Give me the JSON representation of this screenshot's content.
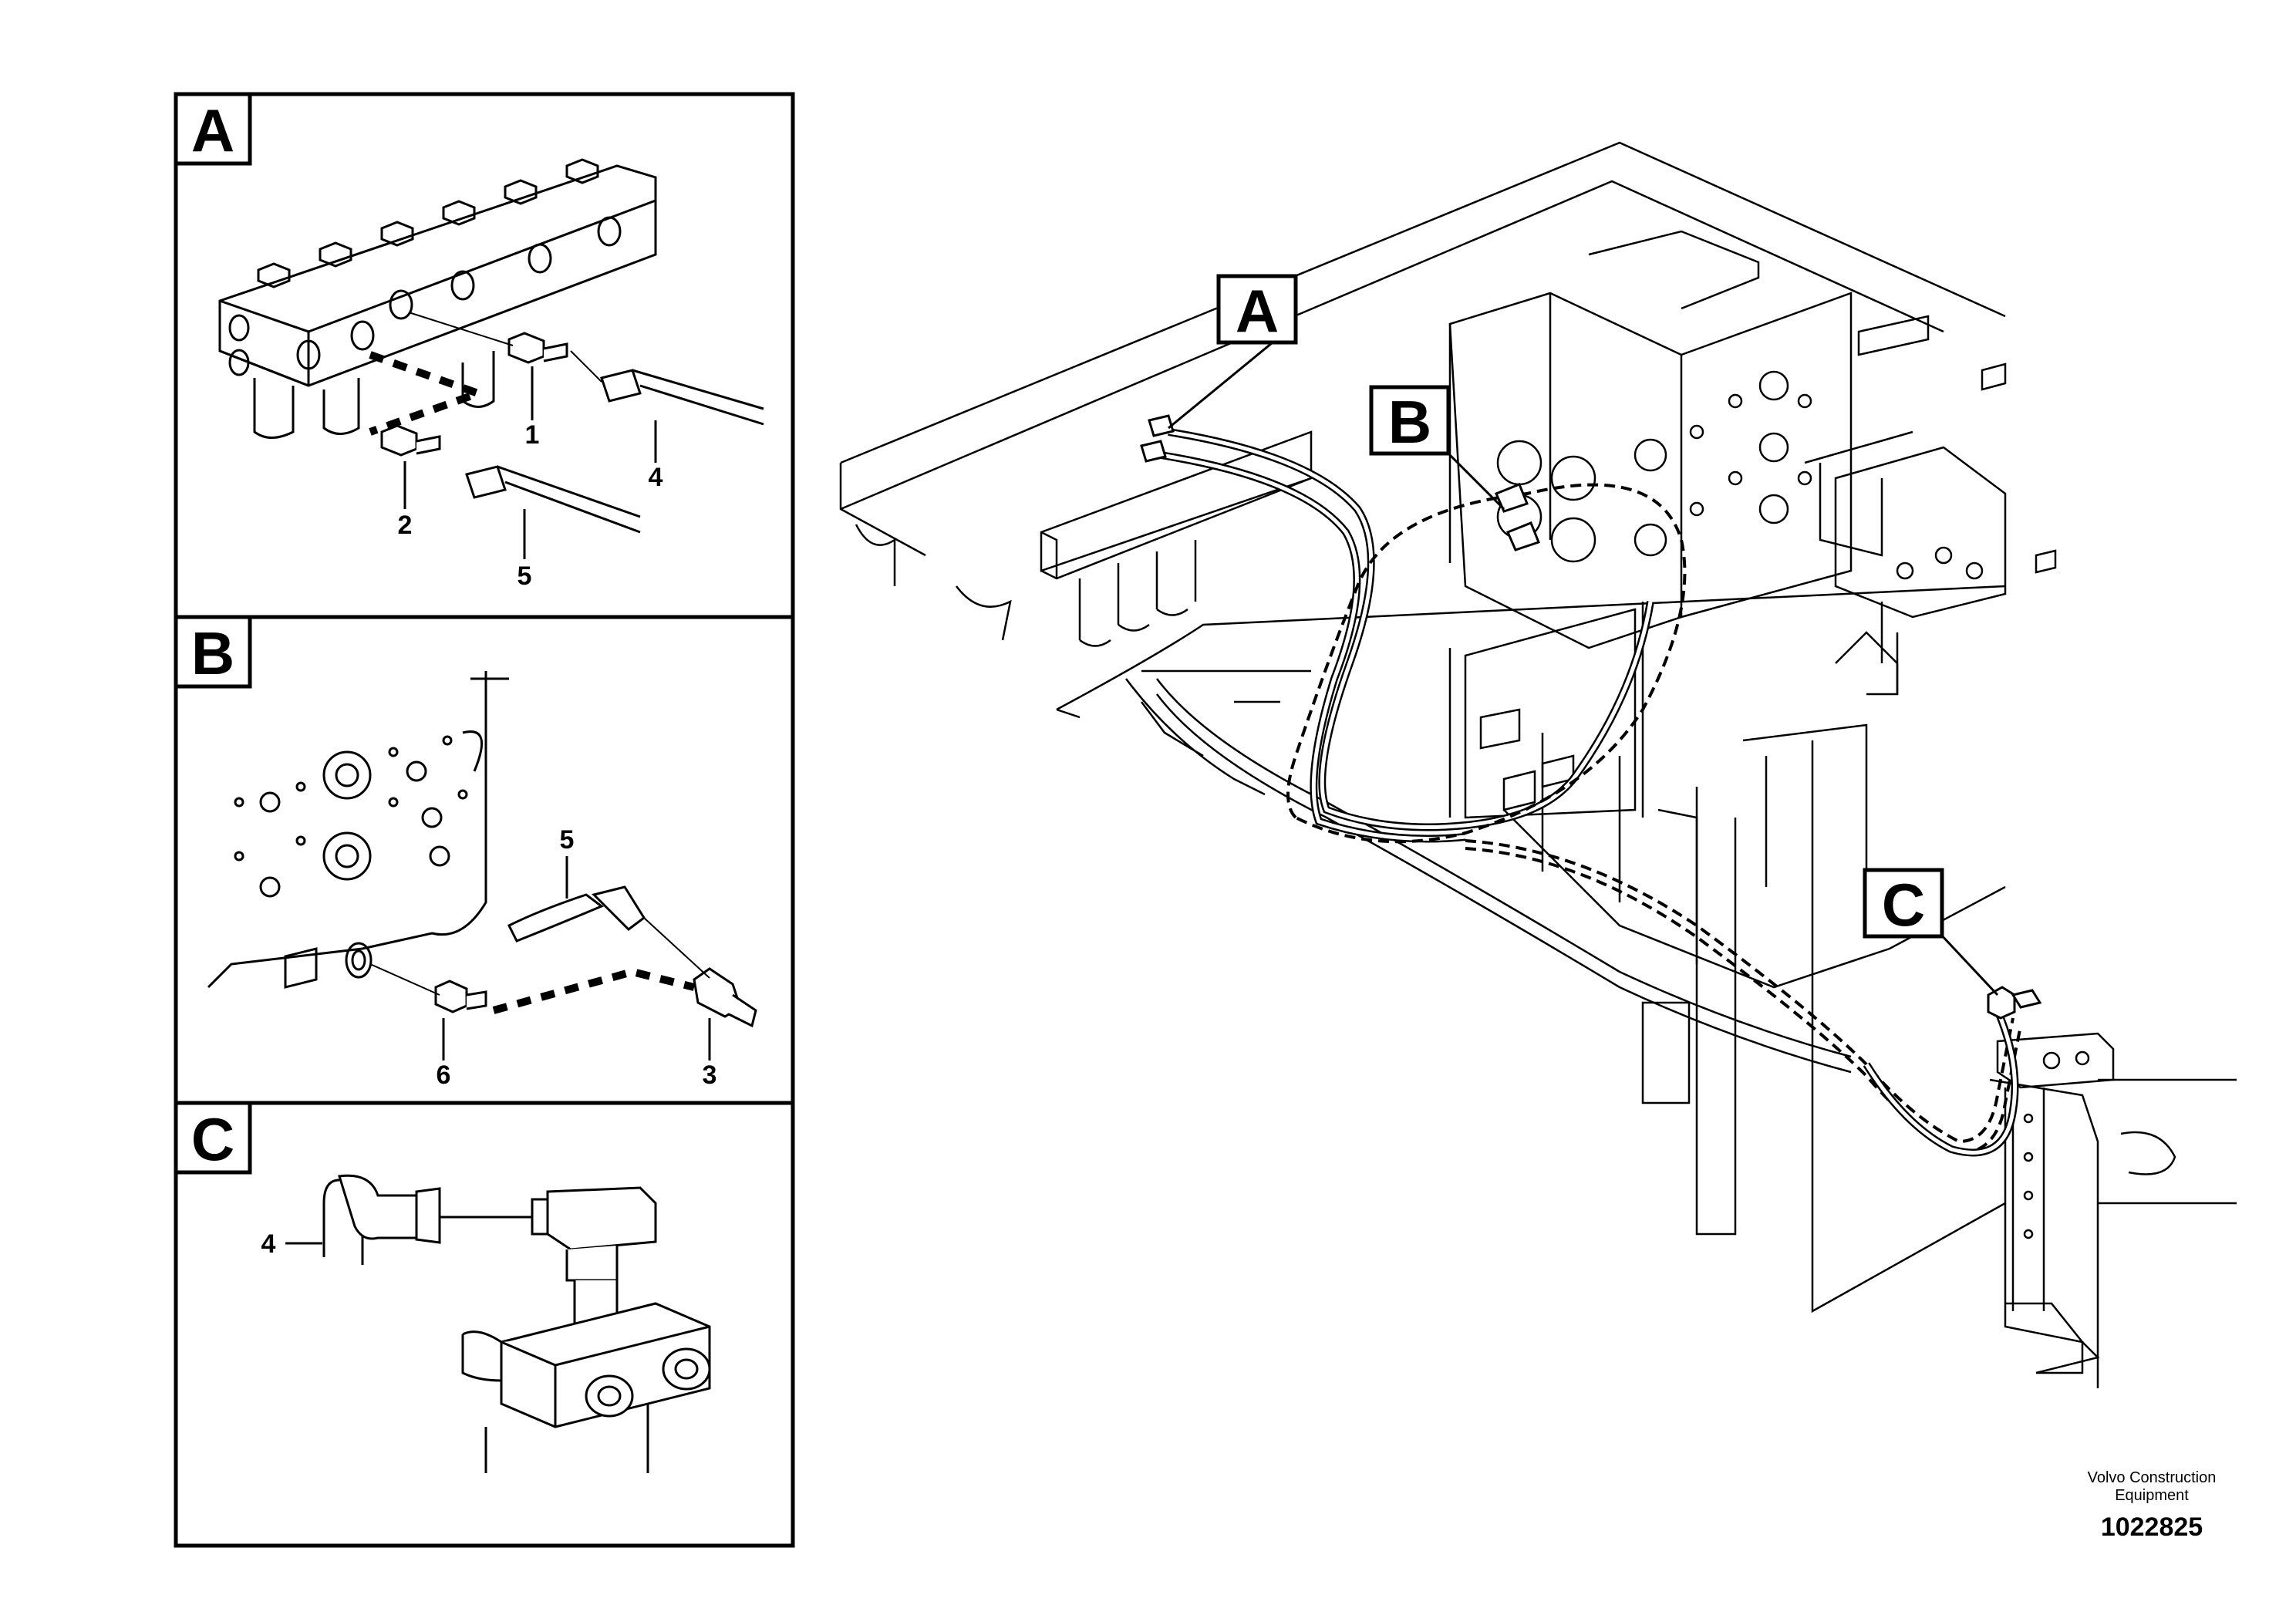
{
  "detail_views": [
    {
      "letter": "A",
      "callouts": [
        "1",
        "2",
        "4",
        "5"
      ]
    },
    {
      "letter": "B",
      "callouts": [
        "5",
        "6",
        "3"
      ]
    },
    {
      "letter": "C",
      "callouts": [
        "4"
      ]
    }
  ],
  "main_view_labels": [
    "A",
    "B",
    "C"
  ],
  "manufacturer": "Volvo Construction Equipment",
  "document_number": "1022825"
}
